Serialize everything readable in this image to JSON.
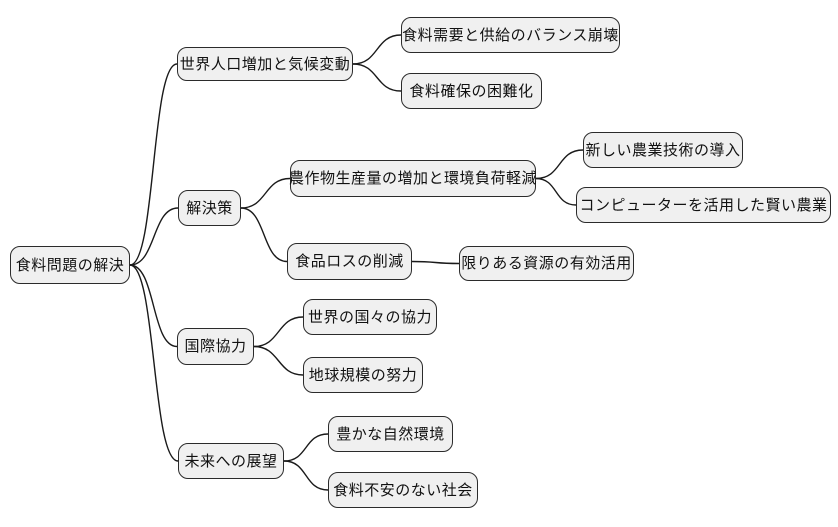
{
  "colors": {
    "background": "#ffffff",
    "node_fill": "#f0f0f0",
    "node_border": "#2b2b2b",
    "link": "#1a1a1a",
    "text": "#111111"
  },
  "mindmap": {
    "root_id": "root",
    "nodes": [
      {
        "id": "root",
        "label": "食料問題の解決"
      },
      {
        "id": "n1",
        "label": "世界人口増加と気候変動"
      },
      {
        "id": "n1a",
        "label": "食料需要と供給のバランス崩壊"
      },
      {
        "id": "n1b",
        "label": "食料確保の困難化"
      },
      {
        "id": "n2",
        "label": "解決策"
      },
      {
        "id": "n2a",
        "label": "農作物生産量の増加と環境負荷軽減"
      },
      {
        "id": "n2a1",
        "label": "新しい農業技術の導入"
      },
      {
        "id": "n2a2",
        "label": "コンピューターを活用した賢い農業"
      },
      {
        "id": "n2b",
        "label": "食品ロスの削減"
      },
      {
        "id": "n2b1",
        "label": "限りある資源の有効活用"
      },
      {
        "id": "n3",
        "label": "国際協力"
      },
      {
        "id": "n3a",
        "label": "世界の国々の協力"
      },
      {
        "id": "n3b",
        "label": "地球規模の努力"
      },
      {
        "id": "n4",
        "label": "未来への展望"
      },
      {
        "id": "n4a",
        "label": "豊かな自然環境"
      },
      {
        "id": "n4b",
        "label": "食料不安のない社会"
      }
    ],
    "edges": [
      [
        "root",
        "n1"
      ],
      [
        "root",
        "n2"
      ],
      [
        "root",
        "n3"
      ],
      [
        "root",
        "n4"
      ],
      [
        "n1",
        "n1a"
      ],
      [
        "n1",
        "n1b"
      ],
      [
        "n2",
        "n2a"
      ],
      [
        "n2",
        "n2b"
      ],
      [
        "n2a",
        "n2a1"
      ],
      [
        "n2a",
        "n2a2"
      ],
      [
        "n2b",
        "n2b1"
      ],
      [
        "n3",
        "n3a"
      ],
      [
        "n3",
        "n3b"
      ],
      [
        "n4",
        "n4a"
      ],
      [
        "n4",
        "n4b"
      ]
    ]
  }
}
